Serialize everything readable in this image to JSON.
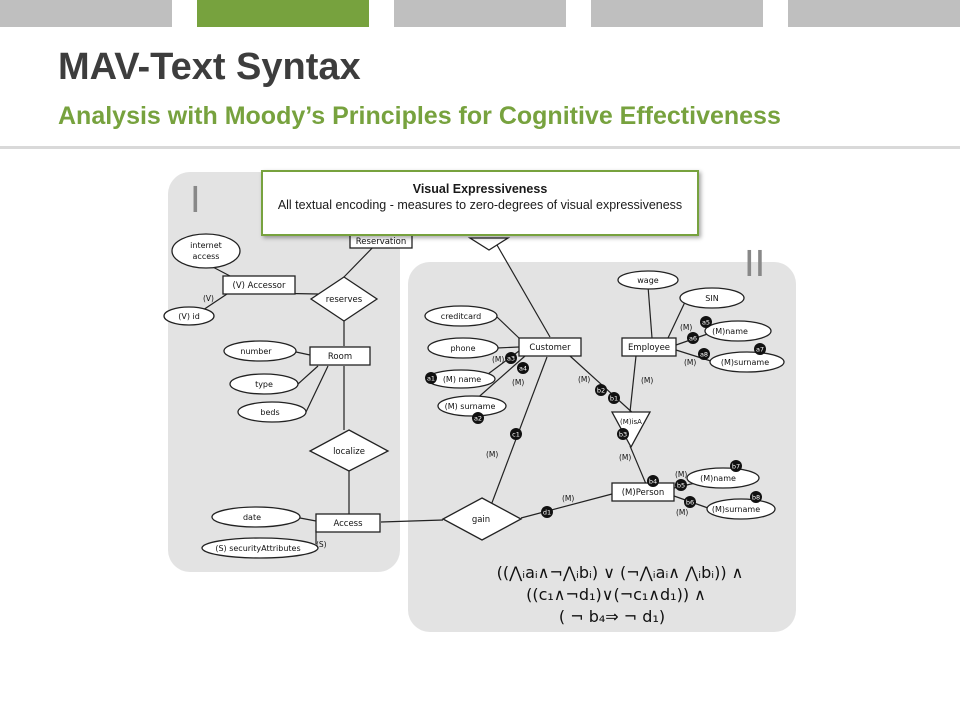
{
  "colors": {
    "accent": "#77a23e",
    "tab_gray": "#bfbfbf",
    "title": "#3d3d3d",
    "region_bg": "#e3e3e3"
  },
  "header": {
    "title": "MAV-Text Syntax",
    "subtitle": "Analysis with Moody’s Principles for Cognitive Effectiveness"
  },
  "callout": {
    "title": "Visual Expressiveness",
    "body": "All textual encoding - measures to zero-degrees of visual expressiveness"
  },
  "regions": {
    "one": "I",
    "two": "II"
  },
  "entities": {
    "reservation": "Reservation",
    "accessor": "(V) Accessor",
    "room": "Room",
    "access": "Access",
    "customer": "Customer",
    "employee": "Employee",
    "person": "(M)Person"
  },
  "relationships": {
    "reserves": "reserves",
    "localize": "localize",
    "gain": "gain",
    "isa": "(M)isA"
  },
  "attributes": {
    "internet_access": [
      "internet",
      "access"
    ],
    "v_id": "(V) id",
    "number": "number",
    "type": "type",
    "beds": "beds",
    "date": "date",
    "security": "(S) securityAttributes",
    "creditcard": "creditcard",
    "phone": "phone",
    "c_name": "(M) name",
    "c_surname": "(M) surname",
    "wage": "wage",
    "sin": "SIN",
    "e_name": "(M)name",
    "e_surname": "(M)surname",
    "p_name": "(M)name",
    "p_surname": "(M)surname"
  },
  "edge_labels": {
    "v": "(V)",
    "s": "(S)",
    "m": "(M)"
  },
  "markers": [
    "a1",
    "a2",
    "a3",
    "a4",
    "a5",
    "a6",
    "a7",
    "a8",
    "b1",
    "b2",
    "b3",
    "b4",
    "b5",
    "b6",
    "b7",
    "b8",
    "c1",
    "d1"
  ],
  "formula": {
    "line1": "((⋀ᵢaᵢ∧¬⋀ᵢbᵢ) ∨ (¬⋀ᵢaᵢ∧ ⋀ᵢbᵢ)) ∧",
    "line2": "((c₁∧¬d₁)∨(¬c₁∧d₁)) ∧",
    "line3": "( ¬ b₄⇒ ¬ d₁)"
  }
}
